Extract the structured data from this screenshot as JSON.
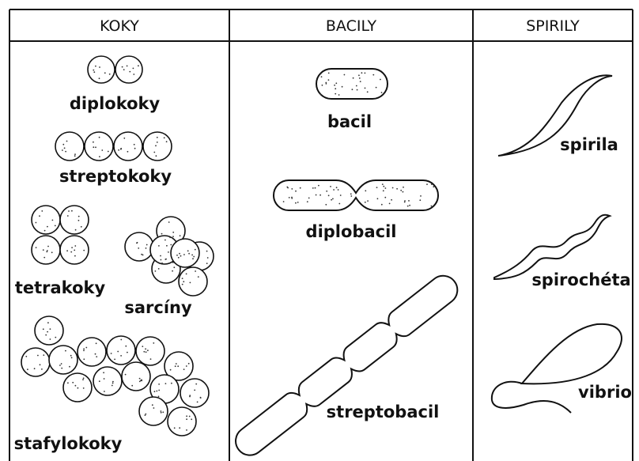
{
  "table": {
    "headers": {
      "koky": "KOKY",
      "bacily": "BACILY",
      "spirily": "SPIRILY"
    }
  },
  "koky": {
    "diplokoky": "diplokoky",
    "streptokoky": "streptokoky",
    "tetrakoky": "tetrakoky",
    "sarciny": "sarcíny",
    "stafylokoky": "stafylokoky"
  },
  "bacily": {
    "bacil": "bacil",
    "diplobacil": "diplobacil",
    "streptobacil": "streptobacil"
  },
  "spirily": {
    "spirila": "spirila",
    "spirocheta": "spirochéta",
    "vibrio": "vibrio"
  }
}
